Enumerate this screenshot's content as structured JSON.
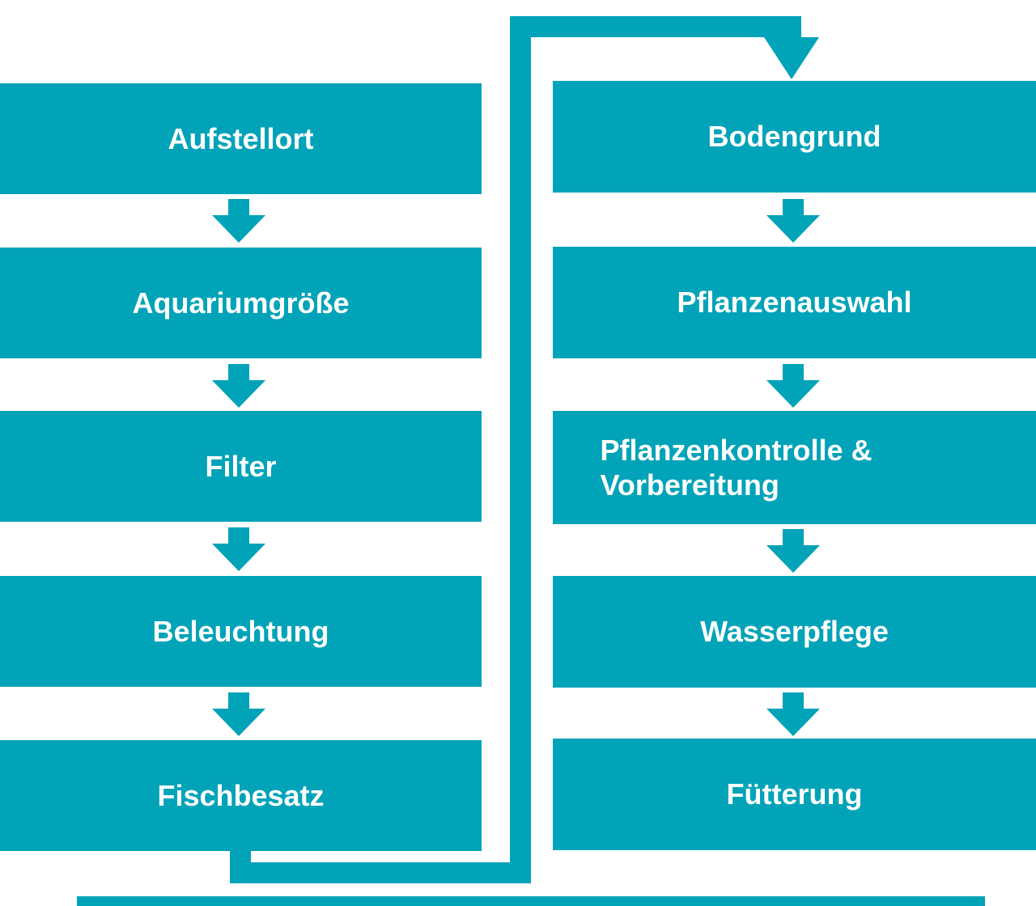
{
  "flow": {
    "accent": "#00a3b8",
    "text_color": "#ffffff",
    "left": [
      "Aufstellort",
      "Aquariumgröße",
      "Filter",
      "Beleuchtung",
      "Fischbesatz"
    ],
    "right": [
      "Bodengrund",
      "Pflanzenauswahl",
      "Pflanzenkontrolle & Vorbereitung",
      "Wasserpflege",
      "Fütterung"
    ]
  }
}
